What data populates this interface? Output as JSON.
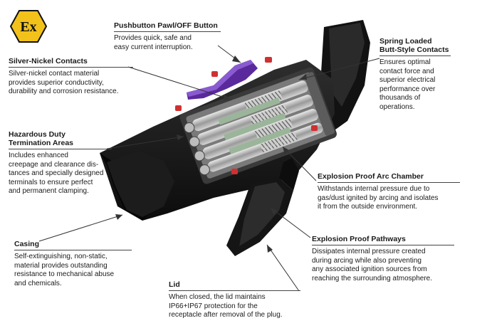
{
  "logo": {
    "text": "Ex"
  },
  "colors": {
    "hex_fill": "#f2c21b",
    "pawl": "#5a2a9c",
    "accent": "#d03030",
    "body": "#141414"
  },
  "callouts": {
    "pushbutton": {
      "title": "Pushbutton Pawl/OFF Button",
      "desc": [
        "Provides quick, safe and",
        "easy current interruption."
      ]
    },
    "silver_nickel": {
      "title": "Silver-Nickel Contacts",
      "desc": [
        "Silver-nickel contact material",
        "provides superior conductivity,",
        "durability and corrosion resistance."
      ]
    },
    "spring_loaded": {
      "title": [
        "Spring Loaded",
        "Butt-Style Contacts"
      ],
      "desc": [
        "Ensures optimal",
        "contact force and",
        "superior electrical",
        "performance over",
        "thousands of",
        "operations."
      ]
    },
    "hazardous_duty": {
      "title": [
        "Hazardous Duty",
        "Termination Areas"
      ],
      "desc": [
        "Includes enhanced",
        "creepage and clearance dis-",
        "tances and specially designed",
        "terminals to ensure perfect",
        "and permanent clamping."
      ]
    },
    "arc_chamber": {
      "title": "Explosion Proof Arc Chamber",
      "desc": [
        "Withstands internal pressure due to",
        "gas/dust ignited by arcing and isolates",
        "it from the outside environment."
      ]
    },
    "casing": {
      "title": "Casing",
      "desc": [
        "Self-extinguishing, non-static,",
        "material provides outstanding",
        "resistance to mechanical abuse",
        "and chemicals."
      ]
    },
    "pathways": {
      "title": "Explosion Proof Pathways",
      "desc": [
        "Dissipates internal pressure created",
        "during arcing while also preventing",
        "any associated ignition sources from",
        "reaching the surrounding atmosphere."
      ]
    },
    "lid": {
      "title": "Lid",
      "desc": [
        "When closed, the lid maintains",
        "IP66+IP67 protection for the",
        "receptacle after removal of the plug."
      ]
    }
  }
}
